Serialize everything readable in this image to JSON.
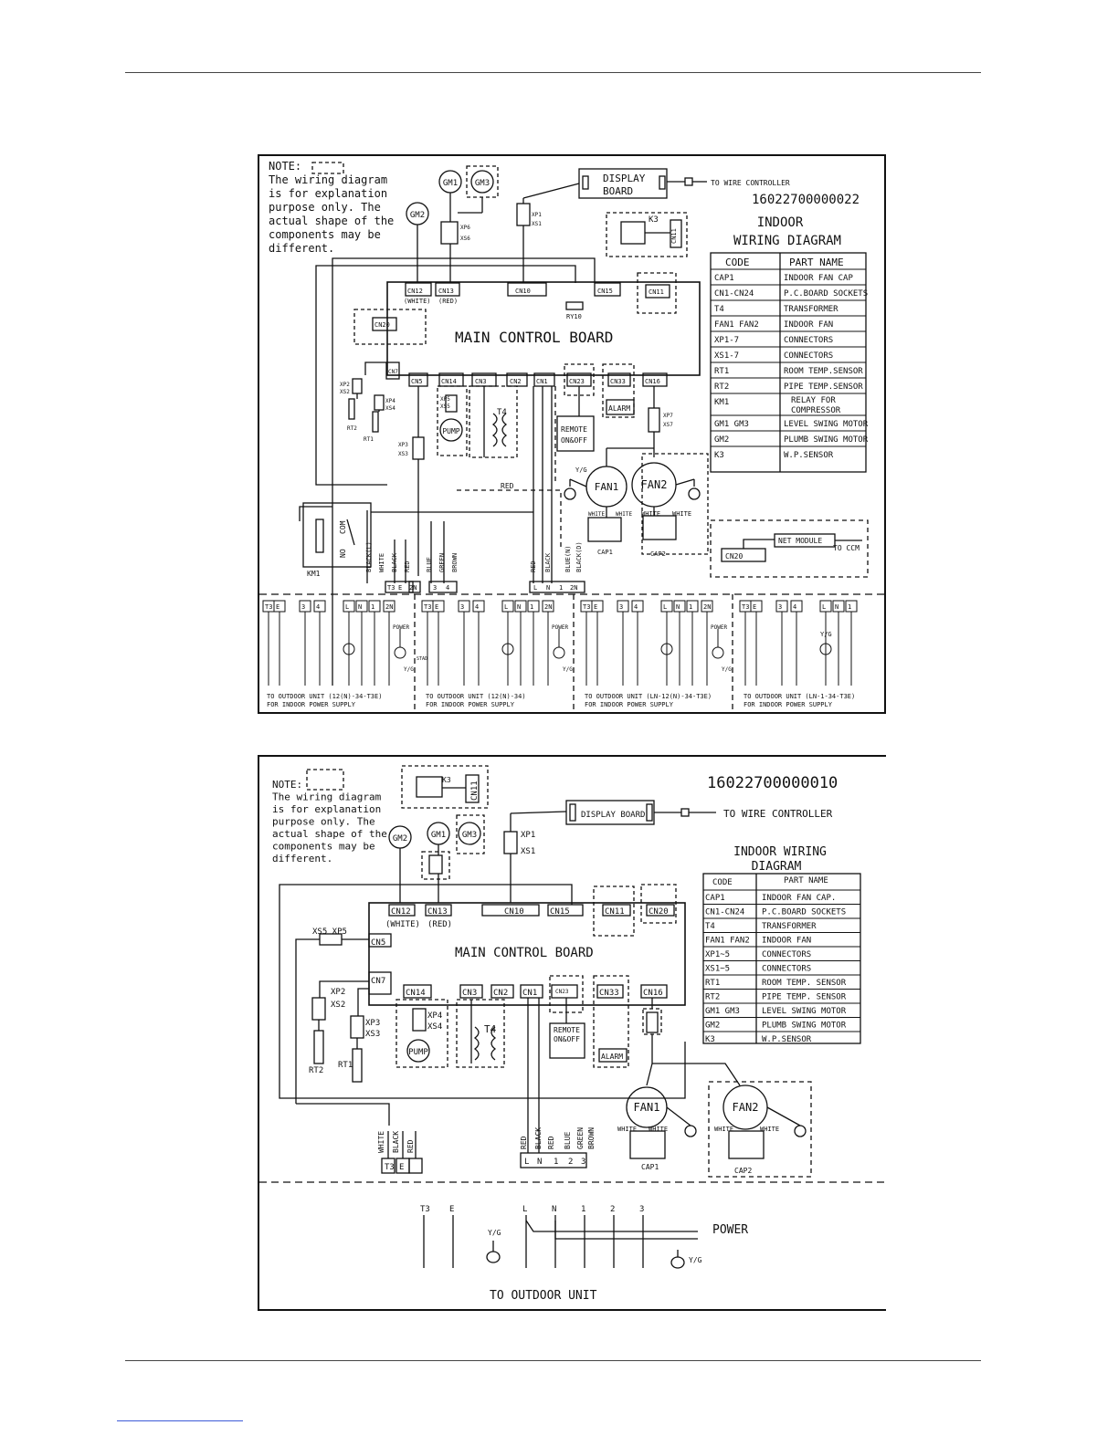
{
  "diagram1": {
    "note": [
      "NOTE:",
      "The wiring diagram",
      "is for explanation",
      "purpose only. The",
      "actual shape of the",
      "components may be",
      "different."
    ],
    "part_number": "16022700000022",
    "title_lines": [
      "INDOOR",
      "WIRING DIAGRAM"
    ],
    "display_board": [
      "DISPLAY",
      "BOARD"
    ],
    "to_wire_controller": "TO WIRE CONTROLLER",
    "main_board": "MAIN CONTROL BOARD",
    "legend_header": [
      "CODE",
      "PART NAME"
    ],
    "legend": [
      [
        "CAP1",
        "INDOOR FAN CAP"
      ],
      [
        "CN1-CN24",
        "P.C.BOARD SOCKETS"
      ],
      [
        "T4",
        "TRANSFORMER"
      ],
      [
        "FAN1 FAN2",
        "INDOOR FAN"
      ],
      [
        "XP1-7",
        "CONNECTORS"
      ],
      [
        "XS1-7",
        "CONNECTORS"
      ],
      [
        "RT1",
        "ROOM TEMP.SENSOR"
      ],
      [
        "RT2",
        "PIPE TEMP.SENSOR"
      ],
      [
        "KM1",
        "RELAY FOR COMPRESSOR"
      ],
      [
        "GM1 GM3",
        "LEVEL SWING MOTOR"
      ],
      [
        "GM2",
        "PLUMB SWING MOTOR"
      ],
      [
        "K3",
        "W.P.SENSOR"
      ]
    ],
    "sockets_top": [
      "CN12",
      "CN13",
      "CN10",
      "CN15",
      "CN11"
    ],
    "socket_notes": [
      "(WHITE)",
      "(RED)",
      "RY10"
    ],
    "sockets_bottom": [
      "CN5",
      "CN14",
      "CN3",
      "CN2",
      "CN1",
      "CN23",
      "CN33",
      "CN16"
    ],
    "motors": [
      "GM1",
      "GM2",
      "GM3"
    ],
    "labels": {
      "pump": "PUMP",
      "t4": "T4",
      "remote": [
        "REMOTE",
        "ON&OFF"
      ],
      "alarm": "ALARM",
      "fan1": "FAN1",
      "fan2": "FAN2",
      "cap1": "CAP1",
      "cap2": "CAP2",
      "km1": "KM1",
      "k3": "K3",
      "cn20": "CN20",
      "cn7": "CN7",
      "red": "RED",
      "yg": "Y/G",
      "white": "WHITE",
      "net_module": "NET MODULE",
      "to_ccm": "TO CCM",
      "rt1": "RT1",
      "rt2": "RT2",
      "com": "COM",
      "no": "NO"
    },
    "wires_left": [
      "BLACK(L)",
      "WHITE",
      "BLACK",
      "RED",
      "BLUE",
      "GREEN",
      "BROWN"
    ],
    "wires_right": [
      "RED",
      "BLACK",
      "BLUE(N)",
      "BLACK(D)"
    ],
    "connectors": [
      "XP1",
      "XS1",
      "XP6",
      "XS6",
      "XP2",
      "XS2",
      "XP4",
      "XS4",
      "XP5",
      "XS5",
      "XP3",
      "XS3",
      "XP7",
      "XS7"
    ],
    "term_left": [
      "T3",
      "E",
      "2N",
      "3",
      "4"
    ],
    "term_right": [
      "L",
      "N",
      "1",
      "2N"
    ],
    "sections": [
      {
        "terms": [
          "T3",
          "E",
          "3",
          "4",
          "L",
          "N",
          "1",
          "2N"
        ],
        "caption": [
          "TO OUTDOOR UNIT (12(N)-34-T3E)",
          "FOR INDOOR POWER SUPPLY"
        ]
      },
      {
        "terms": [
          "T3",
          "E",
          "3",
          "4",
          "L",
          "N",
          "1",
          "2N"
        ],
        "caption": [
          "TO OUTDOOR UNIT (12(N)-34)",
          "FOR INDOOR POWER SUPPLY"
        ]
      },
      {
        "terms": [
          "T3",
          "E",
          "3",
          "4",
          "L",
          "N",
          "1",
          "2N"
        ],
        "caption": [
          "TO OUTDOOR UNIT (LN-12(N)-34-T3E)",
          "FOR INDOOR POWER SUPPLY"
        ]
      },
      {
        "terms": [
          "T3",
          "E",
          "3",
          "4",
          "L",
          "N",
          "1"
        ],
        "caption": [
          "TO OUTDOOR UNIT (LN-1-34-T3E)",
          "FOR INDOOR POWER SUPPLY"
        ]
      }
    ],
    "power": "POWER",
    "stad": "STAD"
  },
  "diagram2": {
    "note": [
      "NOTE:",
      "The wiring diagram",
      "is for explanation",
      "purpose only. The",
      "actual shape of the",
      "components may be",
      "different."
    ],
    "part_number": "16022700000010",
    "display_board": "DISPLAY BOARD",
    "to_wire_controller": "TO WIRE CONTROLLER",
    "title_lines": [
      "INDOOR WIRING",
      "DIAGRAM"
    ],
    "main_board": "MAIN CONTROL BOARD",
    "legend_header": [
      "CODE",
      "PART NAME"
    ],
    "legend": [
      [
        "CAP1",
        "INDOOR FAN CAP."
      ],
      [
        "CN1-CN24",
        "P.C.BOARD SOCKETS"
      ],
      [
        "T4",
        "TRANSFORMER"
      ],
      [
        "FAN1 FAN2",
        "INDOOR FAN"
      ],
      [
        "XP1~5",
        "CONNECTORS"
      ],
      [
        "XS1~5",
        "CONNECTORS"
      ],
      [
        "RT1",
        "ROOM TEMP. SENSOR"
      ],
      [
        "RT2",
        "PIPE TEMP. SENSOR"
      ],
      [
        "GM1 GM3",
        "LEVEL SWING MOTOR"
      ],
      [
        "GM2",
        "PLUMB SWING MOTOR"
      ],
      [
        "K3",
        "W.P.SENSOR"
      ]
    ],
    "sockets_top": [
      "CN12",
      "CN13",
      "CN10",
      "CN15",
      "CN11",
      "CN20"
    ],
    "socket_notes": [
      "(WHITE)",
      "(RED)"
    ],
    "sockets_bottom": [
      "CN14",
      "CN3",
      "CN2",
      "CN1",
      "CN23",
      "CN33",
      "CN16"
    ],
    "motors": [
      "GM1",
      "GM2",
      "GM3"
    ],
    "labels": {
      "pump": "PUMP",
      "t4": "T4",
      "remote": [
        "REMOTE",
        "ON&OFF"
      ],
      "alarm": "ALARM",
      "fan1": "FAN1",
      "fan2": "FAN2",
      "cap1": "CAP1",
      "cap2": "CAP2",
      "k3": "K3",
      "cn5": "CN5",
      "cn7": "CN7",
      "rt1": "RT1",
      "rt2": "RT2",
      "white": "WHITE",
      "yg": "Y/G",
      "power": "POWER",
      "to_outdoor": "TO OUTDOOR UNIT"
    },
    "connectors": [
      "XP1",
      "XS1",
      "XS5 XP5",
      "XP2",
      "XS2",
      "XP3",
      "XS3",
      "XP4",
      "XS4"
    ],
    "wires_left": [
      "WHITE",
      "BLACK",
      "RED"
    ],
    "wires_right": [
      "RED",
      "BLACK",
      "RED",
      "BLUE",
      "GREEN",
      "BROWN"
    ],
    "term_left": [
      "T3",
      "E",
      ""
    ],
    "term_right": [
      "L",
      "N",
      "1",
      "2",
      "3"
    ],
    "outdoor_terms": [
      "T3",
      "E",
      "",
      "L",
      "N",
      "1",
      "2",
      "3"
    ]
  }
}
